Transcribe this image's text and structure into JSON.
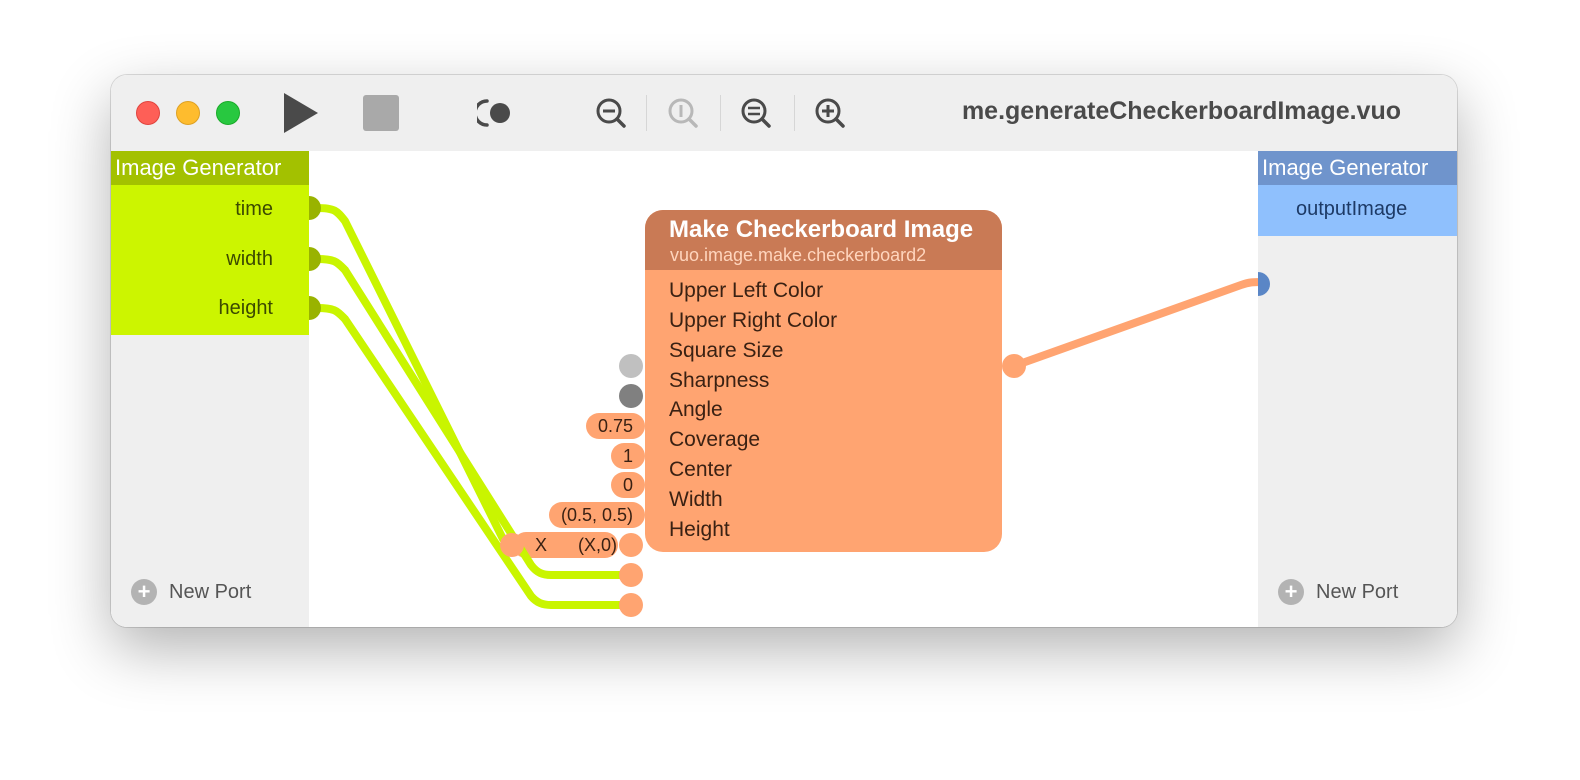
{
  "window": {
    "title": "me.generateCheckerboardImage.vuo"
  },
  "toolbar": {
    "buttons": [
      {
        "name": "run",
        "icon": "play-icon"
      },
      {
        "name": "stop",
        "icon": "stop-icon"
      },
      {
        "name": "show-events",
        "icon": "show-events-icon"
      },
      {
        "name": "zoom-out",
        "icon": "zoom-out-icon"
      },
      {
        "name": "zoom-actual",
        "icon": "zoom-actual-size-icon"
      },
      {
        "name": "zoom-to-fit",
        "icon": "zoom-to-fit-icon"
      },
      {
        "name": "zoom-in",
        "icon": "zoom-in-icon"
      }
    ]
  },
  "colors": {
    "published_inputs_header": "#a3c100",
    "published_inputs_body": "#ccf500",
    "published_outputs_header": "#6f94cc",
    "published_outputs_body": "#8fc0fd",
    "node_body": "#ffa471",
    "node_header": "#c97a55",
    "cable_green": "#c9f500",
    "cable_orange": "#ffa471"
  },
  "published_inputs": {
    "title": "Image Generator",
    "ports": [
      "time",
      "width",
      "height"
    ],
    "new_port_label": "New Port"
  },
  "published_outputs": {
    "title": "Image Generator",
    "ports": [
      "outputImage"
    ],
    "new_port_label": "New Port"
  },
  "node": {
    "title": "Make Checkerboard Image",
    "class_name": "vuo.image.make.checkerboard2",
    "inputs": [
      {
        "label": "Upper Left Color",
        "value": ""
      },
      {
        "label": "Upper Right Color",
        "value": ""
      },
      {
        "label": "Square Size",
        "value": "0.75"
      },
      {
        "label": "Sharpness",
        "value": "1"
      },
      {
        "label": "Angle",
        "value": "0"
      },
      {
        "label": "Coverage",
        "value": "(0.5, 0.5)"
      },
      {
        "label": "Center",
        "value": "(X,0)"
      },
      {
        "label": "Width",
        "value": ""
      },
      {
        "label": "Height",
        "value": ""
      }
    ],
    "upper_left_color": "#c0c0c0",
    "upper_right_color": "#808080"
  },
  "type_converter": {
    "label": "X"
  }
}
